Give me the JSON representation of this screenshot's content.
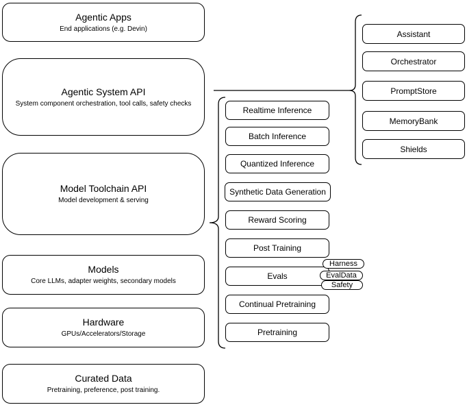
{
  "diagram": {
    "left_column": [
      {
        "title": "Agentic Apps",
        "subtitle": "End applications (e.g. Devin)"
      },
      {
        "title": "Agentic System API",
        "subtitle": "System component orchestration, tool calls, safety checks"
      },
      {
        "title": "Model Toolchain API",
        "subtitle": "Model development & serving"
      },
      {
        "title": "Models",
        "subtitle": "Core LLMs, adapter weights, secondary models"
      },
      {
        "title": "Hardware",
        "subtitle": "GPUs/Accelerators/Storage"
      },
      {
        "title": "Curated Data",
        "subtitle": "Pretraining, preference, post training."
      }
    ],
    "toolchain_components": [
      {
        "label": "Realtime Inference"
      },
      {
        "label": "Batch Inference"
      },
      {
        "label": "Quantized Inference"
      },
      {
        "label": "Synthetic Data Generation"
      },
      {
        "label": "Reward Scoring"
      },
      {
        "label": "Post Training"
      },
      {
        "label": "Evals"
      },
      {
        "label": "Continual Pretraining"
      },
      {
        "label": "Pretraining"
      }
    ],
    "eval_tags": [
      {
        "label": "Harness"
      },
      {
        "label": "EvalData"
      },
      {
        "label": "Safety"
      }
    ],
    "system_components": [
      {
        "label": "Assistant"
      },
      {
        "label": "Orchestrator"
      },
      {
        "label": "PromptStore"
      },
      {
        "label": "MemoryBank"
      },
      {
        "label": "Shields"
      }
    ],
    "colors": {
      "stroke": "#000000",
      "fill": "#ffffff",
      "text": "#000000",
      "background": "#ffffff"
    }
  }
}
